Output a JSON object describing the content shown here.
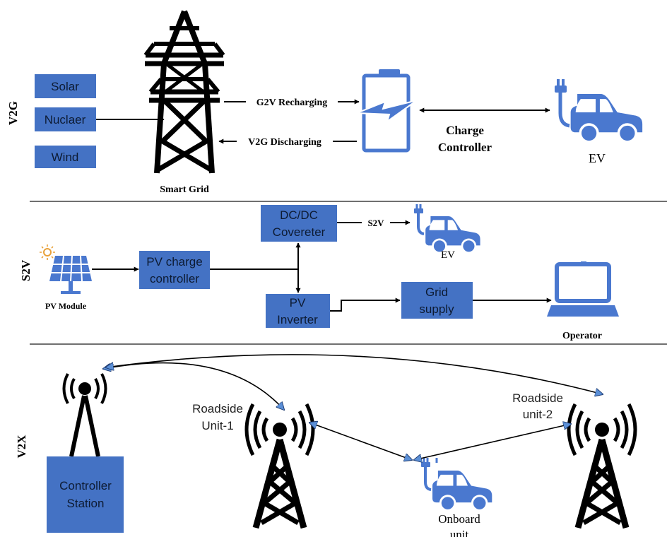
{
  "colors": {
    "box": "#4472c4",
    "icon": "#4a78cf",
    "line": "#000000",
    "divider": "#404040"
  },
  "v2g": {
    "side_label": "V2G",
    "sources": [
      "Solar",
      "Nuclaer",
      "Wind"
    ],
    "smart_grid_label": "Smart Grid",
    "g2v_label": "G2V Recharging",
    "v2g_label": "V2G Discharging",
    "controller_label_line1": "Charge",
    "controller_label_line2": "Controller",
    "ev_label": "EV"
  },
  "s2v": {
    "side_label": "S2V",
    "pv_module_label": "PV Module",
    "pv_charge_line1": "PV charge",
    "pv_charge_line2": "controller",
    "dcdc_line1": "DC/DC",
    "dcdc_line2": "Covereter",
    "s2v_label": "S2V",
    "ev_label": "EV",
    "inverter_line1": "PV",
    "inverter_line2": "Inverter",
    "grid_line1": "Grid",
    "grid_line2": "supply",
    "operator_label": "Operator"
  },
  "v2x": {
    "side_label": "V2X",
    "controller_line1": "Controller",
    "controller_line2": "Station",
    "rsu1_line1": "Roadside",
    "rsu1_line2": "Unit-1",
    "rsu2_line1": "Roadside",
    "rsu2_line2": "unit-2",
    "onboard_line1": "Onboard",
    "onboard_line2": "unit"
  }
}
